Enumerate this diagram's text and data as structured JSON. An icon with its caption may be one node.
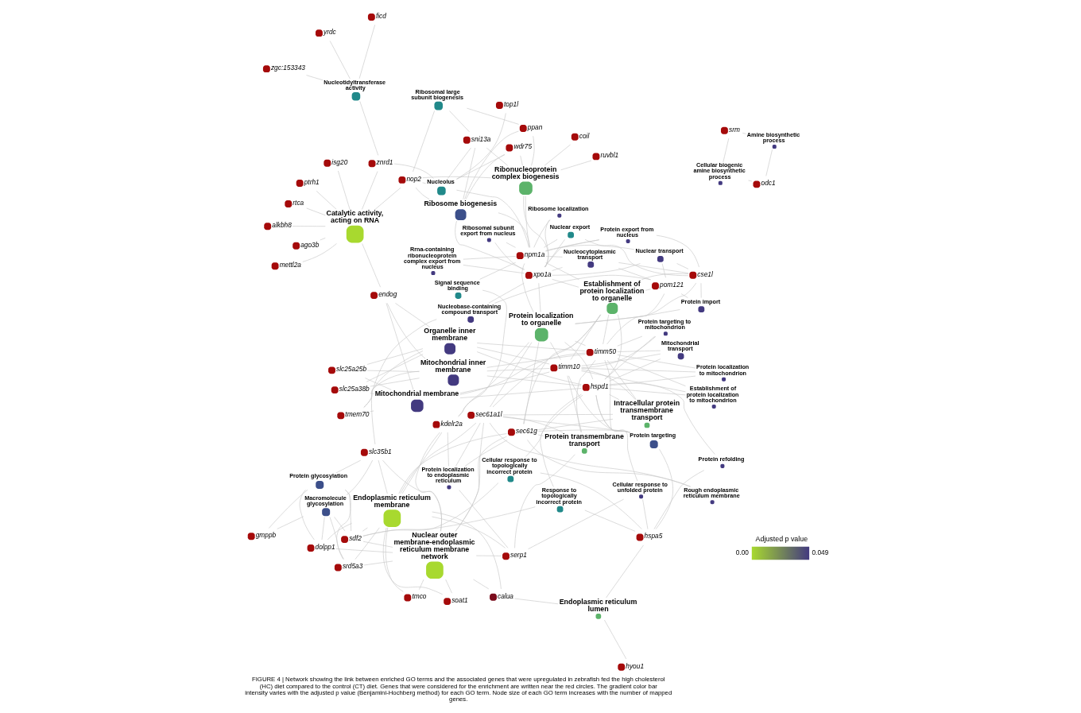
{
  "diagram": {
    "caption": "FIGURE 4 | Network showing the link between enriched GO terms and the associated genes that were upregulated in zebrafish fed the high cholesterol (HC) diet compared to the control (CT) diet. Genes that were considered for the enrichment are written near the red circles. The gradient color bar intensity varies with the adjusted *p* value (Benjamini-Hochberg method) for each GO term. Node size of each GO term increases with the number of mapped genes.",
    "nodes": [
      {
        "text": [
          "Catalytic activity, acting on RNA"
        ]
      },
      {
        "text": [
          "alkbh8"
        ]
      },
      {
        "text": [
          "ago3b"
        ]
      },
      {
        "text": [
          "rtca"
        ]
      },
      {
        "text": [
          "ptrh1"
        ]
      },
      {
        "text": [
          "mettl2a"
        ]
      },
      {
        "text": [
          "isg20"
        ]
      },
      {
        "text": [
          "top1l"
        ]
      },
      {
        "text": [
          "nop2"
        ]
      },
      {
        "text": [
          "znrd1"
        ]
      },
      {
        "text": [
          "Nucleolus"
        ]
      },
      {
        "text": [
          "sni13a"
        ]
      },
      {
        "text": [
          "wdr75"
        ]
      },
      {
        "text": [
          "ppan"
        ]
      },
      {
        "text": [
          "Ribosomal large subunit biogenesis"
        ]
      },
      {
        "text": [
          "Ribosome biogenesis"
        ]
      },
      {
        "text": [
          "Ribonucleoprotein complex biogenesis"
        ]
      },
      {
        "text": [
          "coil"
        ]
      },
      {
        "text": [
          "ruvbl1"
        ]
      },
      {
        "text": [
          "Nucleotidyltransferase activity"
        ]
      },
      {
        "text": [
          "ficd"
        ]
      },
      {
        "text": [
          "yrdc"
        ]
      },
      {
        "text": [
          "zgc:153343"
        ]
      },
      {
        "text": [
          "Ribosomal subunit export from nucleus"
        ]
      },
      {
        "text": [
          "Rrna-containing ribonucleoprotein complex export from nucleus"
        ]
      },
      {
        "text": [
          "Ribosome localization"
        ]
      },
      {
        "text": [
          "Nuclear export"
        ]
      },
      {
        "text": [
          "npm1a"
        ]
      },
      {
        "text": [
          "xpo1a"
        ]
      },
      {
        "text": [
          "Protein export from nucleus"
        ]
      },
      {
        "text": [
          "Nuclear transport"
        ]
      },
      {
        "text": [
          "Nucleocytoplasmic transport"
        ]
      },
      {
        "text": [
          "Signal sequence binding"
        ]
      },
      {
        "text": [
          "Nucleobase-containing compound transport"
        ]
      },
      {
        "text": [
          "Macromolecule glycosylation"
        ]
      },
      {
        "text": [
          "Protein localization to organelle"
        ]
      },
      {
        "text": [
          "cse1l"
        ]
      },
      {
        "text": [
          "pom121"
        ]
      },
      {
        "text": [
          "Establishment of protein localization to organelle"
        ]
      },
      {
        "text": [
          "gmppb"
        ]
      },
      {
        "text": [
          "kdelr2a"
        ]
      },
      {
        "text": [
          "slc35b1"
        ]
      },
      {
        "text": [
          "dolpp1"
        ]
      },
      {
        "text": [
          "Nuclear outer membrane-endoplasmic reticulum membrane network"
        ]
      },
      {
        "text": [
          "Mitochondrial inner membrane"
        ]
      },
      {
        "text": [
          "Protein targeting to mitochondrion"
        ]
      },
      {
        "text": [
          "Amine biosynthetic process"
        ]
      },
      {
        "text": [
          "odc1"
        ]
      },
      {
        "text": [
          "srm"
        ]
      },
      {
        "text": [
          "Cellular biogenic amine biosynthetic process"
        ]
      },
      {
        "text": [
          "endog"
        ]
      },
      {
        "text": [
          "timm50"
        ]
      },
      {
        "text": [
          "Protein import"
        ]
      },
      {
        "text": [
          "Protein localization to mitochondrion"
        ]
      },
      {
        "text": [
          "slc25a38b"
        ]
      },
      {
        "text": [
          "slc25a25b"
        ]
      },
      {
        "text": [
          "tmem70"
        ]
      },
      {
        "text": [
          "hspd1"
        ]
      },
      {
        "text": [
          "Response to topologically incorrect protein"
        ]
      },
      {
        "text": [
          "sdf2"
        ]
      },
      {
        "text": [
          "sec61a1l"
        ]
      },
      {
        "text": [
          "Rough endoplasmic reticulum membrane"
        ]
      },
      {
        "text": [
          "srd5a3"
        ]
      },
      {
        "text": [
          "tmco"
        ]
      },
      {
        "text": [
          "sec61g"
        ]
      },
      {
        "text": [
          "Organelle inner membrane"
        ]
      },
      {
        "text": [
          "Mitochondrial membrane"
        ]
      },
      {
        "text": [
          "timm10"
        ]
      },
      {
        "text": [
          "Mitochondrial transport"
        ]
      },
      {
        "text": [
          "Establishment of protein localization to mitochondrion"
        ]
      },
      {
        "text": [
          "Cellular response to unfolded protein"
        ]
      },
      {
        "text": [
          "Intracellular protein transmembrane transport"
        ]
      },
      {
        "text": [
          "calua"
        ]
      },
      {
        "text": [
          "Protein localization to endoplasmic reticulum"
        ]
      },
      {
        "text": [
          "Protein glycosylation"
        ]
      },
      {
        "text": [
          "soat1"
        ]
      },
      {
        "text": [
          "serp1"
        ]
      },
      {
        "text": [
          "Protein transmembrane transport"
        ]
      },
      {
        "text": [
          "Endoplasmic reticulum membrane"
        ]
      },
      {
        "text": [
          "Protein refolding"
        ]
      },
      {
        "text": [
          "hspa5"
        ]
      },
      {
        "text": [
          "Protein targeting"
        ]
      },
      {
        "text": [
          "Cellular response to topologically incorrect protein"
        ]
      },
      {
        "text": [
          "Endoplasmic reticulum lumen"
        ]
      },
      {
        "text": [
          "hyou1"
        ]
      }
    ],
    "edges": [
      {
        "from": 0,
        "to": 1,
        "arrow": "none"
      },
      {
        "from": 0,
        "to": 2,
        "arrow": "none"
      },
      {
        "from": 0,
        "to": 3,
        "arrow": "none"
      },
      {
        "from": 0,
        "to": 4,
        "arrow": "none"
      },
      {
        "from": 0,
        "to": 5,
        "arrow": "none"
      },
      {
        "from": 0,
        "to": 6,
        "arrow": "none"
      },
      {
        "from": 0,
        "to": 9,
        "arrow": "none"
      },
      {
        "from": 0,
        "to": 8,
        "arrow": "none"
      },
      {
        "from": 0,
        "to": 50,
        "arrow": "none"
      },
      {
        "from": 10,
        "to": 7,
        "arrow": "none"
      },
      {
        "from": 10,
        "to": 8,
        "arrow": "none"
      },
      {
        "from": 10,
        "to": 9,
        "arrow": "none"
      },
      {
        "from": 10,
        "to": 11,
        "arrow": "none"
      },
      {
        "from": 10,
        "to": 12,
        "arrow": "none"
      },
      {
        "from": 10,
        "to": 27,
        "arrow": "none"
      },
      {
        "from": 14,
        "to": 11,
        "arrow": "none"
      },
      {
        "from": 14,
        "to": 13,
        "arrow": "none"
      },
      {
        "from": 14,
        "to": 8,
        "arrow": "none"
      },
      {
        "from": 15,
        "to": 11,
        "arrow": "none"
      },
      {
        "from": 15,
        "to": 12,
        "arrow": "none"
      },
      {
        "from": 15,
        "to": 13,
        "arrow": "none"
      },
      {
        "from": 15,
        "to": 8,
        "arrow": "none"
      },
      {
        "from": 15,
        "to": 27,
        "arrow": "none"
      },
      {
        "from": 15,
        "to": 28,
        "arrow": "none"
      },
      {
        "from": 16,
        "to": 17,
        "arrow": "none"
      },
      {
        "from": 16,
        "to": 18,
        "arrow": "none"
      },
      {
        "from": 16,
        "to": 8,
        "arrow": "none"
      },
      {
        "from": 16,
        "to": 12,
        "arrow": "none"
      },
      {
        "from": 16,
        "to": 13,
        "arrow": "none"
      },
      {
        "from": 16,
        "to": 11,
        "arrow": "none"
      },
      {
        "from": 16,
        "to": 27,
        "arrow": "none"
      },
      {
        "from": 16,
        "to": 28,
        "arrow": "none"
      },
      {
        "from": 19,
        "to": 9,
        "arrow": "none"
      },
      {
        "from": 19,
        "to": 20,
        "arrow": "none"
      },
      {
        "from": 19,
        "to": 21,
        "arrow": "none"
      },
      {
        "from": 19,
        "to": 22,
        "arrow": "none"
      },
      {
        "from": 23,
        "to": 28,
        "arrow": "none"
      },
      {
        "from": 23,
        "to": 27,
        "arrow": "none"
      },
      {
        "from": 24,
        "to": 28,
        "arrow": "none"
      },
      {
        "from": 24,
        "to": 27,
        "arrow": "none"
      },
      {
        "from": 25,
        "to": 27,
        "arrow": "none"
      },
      {
        "from": 25,
        "to": 28,
        "arrow": "none"
      },
      {
        "from": 26,
        "to": 27,
        "arrow": "none"
      },
      {
        "from": 26,
        "to": 28,
        "arrow": "none"
      },
      {
        "from": 26,
        "to": 36,
        "arrow": "none"
      },
      {
        "from": 29,
        "to": 27,
        "arrow": "none"
      },
      {
        "from": 29,
        "to": 28,
        "arrow": "none"
      },
      {
        "from": 29,
        "to": 36,
        "arrow": "none"
      },
      {
        "from": 30,
        "to": 27,
        "arrow": "none"
      },
      {
        "from": 30,
        "to": 28,
        "arrow": "none"
      },
      {
        "from": 30,
        "to": 36,
        "arrow": "none"
      },
      {
        "from": 30,
        "to": 37,
        "arrow": "none"
      },
      {
        "from": 31,
        "to": 27,
        "arrow": "none"
      },
      {
        "from": 31,
        "to": 28,
        "arrow": "none"
      },
      {
        "from": 31,
        "to": 36,
        "arrow": "none"
      },
      {
        "from": 31,
        "to": 37,
        "arrow": "none"
      },
      {
        "from": 32,
        "to": 40,
        "arrow": "none"
      },
      {
        "from": 32,
        "to": 27,
        "arrow": "none"
      },
      {
        "from": 33,
        "to": 28,
        "arrow": "none"
      },
      {
        "from": 33,
        "to": 37,
        "arrow": "none"
      },
      {
        "from": 33,
        "to": 41,
        "arrow": "none"
      },
      {
        "from": 34,
        "to": 39,
        "arrow": "none"
      },
      {
        "from": 34,
        "to": 41,
        "arrow": "none"
      },
      {
        "from": 34,
        "to": 42,
        "arrow": "none"
      },
      {
        "from": 34,
        "to": 62,
        "arrow": "none"
      },
      {
        "from": 34,
        "to": 59,
        "arrow": "none"
      },
      {
        "from": 74,
        "to": 39,
        "arrow": "none"
      },
      {
        "from": 74,
        "to": 41,
        "arrow": "none"
      },
      {
        "from": 74,
        "to": 42,
        "arrow": "none"
      },
      {
        "from": 74,
        "to": 62,
        "arrow": "none"
      },
      {
        "from": 74,
        "to": 59,
        "arrow": "none"
      },
      {
        "from": 35,
        "to": 27,
        "arrow": "none"
      },
      {
        "from": 35,
        "to": 28,
        "arrow": "none"
      },
      {
        "from": 35,
        "to": 36,
        "arrow": "none"
      },
      {
        "from": 35,
        "to": 37,
        "arrow": "none"
      },
      {
        "from": 35,
        "to": 51,
        "arrow": "none"
      },
      {
        "from": 35,
        "to": 57,
        "arrow": "none"
      },
      {
        "from": 35,
        "to": 67,
        "arrow": "none"
      },
      {
        "from": 35,
        "to": 40,
        "arrow": "none"
      },
      {
        "from": 35,
        "to": 60,
        "arrow": "none"
      },
      {
        "from": 35,
        "to": 64,
        "arrow": "none"
      },
      {
        "from": 38,
        "to": 27,
        "arrow": "none"
      },
      {
        "from": 38,
        "to": 28,
        "arrow": "none"
      },
      {
        "from": 38,
        "to": 36,
        "arrow": "none"
      },
      {
        "from": 38,
        "to": 37,
        "arrow": "none"
      },
      {
        "from": 38,
        "to": 51,
        "arrow": "none"
      },
      {
        "from": 38,
        "to": 57,
        "arrow": "none"
      },
      {
        "from": 38,
        "to": 67,
        "arrow": "none"
      },
      {
        "from": 38,
        "to": 60,
        "arrow": "none"
      },
      {
        "from": 38,
        "to": 64,
        "arrow": "none"
      },
      {
        "from": 52,
        "to": 36,
        "arrow": "none"
      },
      {
        "from": 52,
        "to": 51,
        "arrow": "none"
      },
      {
        "from": 52,
        "to": 37,
        "arrow": "none"
      },
      {
        "from": 44,
        "to": 54,
        "arrow": "none"
      },
      {
        "from": 44,
        "to": 55,
        "arrow": "none"
      },
      {
        "from": 44,
        "to": 56,
        "arrow": "none"
      },
      {
        "from": 44,
        "to": 51,
        "arrow": "none"
      },
      {
        "from": 44,
        "to": 67,
        "arrow": "none"
      },
      {
        "from": 44,
        "to": 50,
        "arrow": "none"
      },
      {
        "from": 44,
        "to": 57,
        "arrow": "none"
      },
      {
        "from": 65,
        "to": 54,
        "arrow": "none"
      },
      {
        "from": 65,
        "to": 55,
        "arrow": "none"
      },
      {
        "from": 65,
        "to": 56,
        "arrow": "none"
      },
      {
        "from": 65,
        "to": 51,
        "arrow": "none"
      },
      {
        "from": 65,
        "to": 67,
        "arrow": "none"
      },
      {
        "from": 65,
        "to": 50,
        "arrow": "none"
      },
      {
        "from": 65,
        "to": 57,
        "arrow": "none"
      },
      {
        "from": 66,
        "to": 54,
        "arrow": "none"
      },
      {
        "from": 66,
        "to": 55,
        "arrow": "none"
      },
      {
        "from": 66,
        "to": 56,
        "arrow": "none"
      },
      {
        "from": 66,
        "to": 51,
        "arrow": "none"
      },
      {
        "from": 66,
        "to": 67,
        "arrow": "none"
      },
      {
        "from": 66,
        "to": 50,
        "arrow": "none"
      },
      {
        "from": 66,
        "to": 57,
        "arrow": "none"
      },
      {
        "from": 45,
        "to": 51,
        "arrow": "none"
      },
      {
        "from": 45,
        "to": 67,
        "arrow": "none"
      },
      {
        "from": 45,
        "to": 57,
        "arrow": "none"
      },
      {
        "from": 53,
        "to": 51,
        "arrow": "none"
      },
      {
        "from": 53,
        "to": 67,
        "arrow": "none"
      },
      {
        "from": 53,
        "to": 57,
        "arrow": "none"
      },
      {
        "from": 69,
        "to": 51,
        "arrow": "none"
      },
      {
        "from": 69,
        "to": 67,
        "arrow": "none"
      },
      {
        "from": 69,
        "to": 57,
        "arrow": "none"
      },
      {
        "from": 68,
        "to": 51,
        "arrow": "none"
      },
      {
        "from": 68,
        "to": 67,
        "arrow": "none"
      },
      {
        "from": 68,
        "to": 57,
        "arrow": "none"
      },
      {
        "from": 46,
        "to": 47,
        "arrow": "none"
      },
      {
        "from": 46,
        "to": 48,
        "arrow": "none"
      },
      {
        "from": 49,
        "to": 47,
        "arrow": "none"
      },
      {
        "from": 49,
        "to": 48,
        "arrow": "none"
      },
      {
        "from": 58,
        "to": 57,
        "arrow": "none"
      },
      {
        "from": 58,
        "to": 80,
        "arrow": "none"
      },
      {
        "from": 58,
        "to": 59,
        "arrow": "none"
      },
      {
        "from": 70,
        "to": 57,
        "arrow": "none"
      },
      {
        "from": 70,
        "to": 80,
        "arrow": "none"
      },
      {
        "from": 70,
        "to": 76,
        "arrow": "none"
      },
      {
        "from": 82,
        "to": 57,
        "arrow": "none"
      },
      {
        "from": 82,
        "to": 80,
        "arrow": "none"
      },
      {
        "from": 82,
        "to": 59,
        "arrow": "none"
      },
      {
        "from": 79,
        "to": 57,
        "arrow": "none"
      },
      {
        "from": 79,
        "to": 80,
        "arrow": "none"
      },
      {
        "from": 71,
        "to": 51,
        "arrow": "none"
      },
      {
        "from": 71,
        "to": 67,
        "arrow": "none"
      },
      {
        "from": 71,
        "to": 64,
        "arrow": "none"
      },
      {
        "from": 71,
        "to": 60,
        "arrow": "none"
      },
      {
        "from": 71,
        "to": 57,
        "arrow": "none"
      },
      {
        "from": 77,
        "to": 60,
        "arrow": "none"
      },
      {
        "from": 77,
        "to": 64,
        "arrow": "none"
      },
      {
        "from": 77,
        "to": 76,
        "arrow": "none"
      },
      {
        "from": 77,
        "to": 51,
        "arrow": "none"
      },
      {
        "from": 77,
        "to": 67,
        "arrow": "none"
      },
      {
        "from": 81,
        "to": 64,
        "arrow": "none"
      },
      {
        "from": 81,
        "to": 60,
        "arrow": "none"
      },
      {
        "from": 81,
        "to": 80,
        "arrow": "none"
      },
      {
        "from": 81,
        "to": 57,
        "arrow": "none"
      },
      {
        "from": 81,
        "to": 51,
        "arrow": "none"
      },
      {
        "from": 81,
        "to": 67,
        "arrow": "none"
      },
      {
        "from": 73,
        "to": 60,
        "arrow": "none"
      },
      {
        "from": 73,
        "to": 64,
        "arrow": "none"
      },
      {
        "from": 73,
        "to": 76,
        "arrow": "none"
      },
      {
        "from": 73,
        "to": 40,
        "arrow": "none"
      },
      {
        "from": 61,
        "to": 60,
        "arrow": "none"
      },
      {
        "from": 61,
        "to": 64,
        "arrow": "none"
      },
      {
        "from": 78,
        "to": 40,
        "arrow": "none"
      },
      {
        "from": 78,
        "to": 60,
        "arrow": "none"
      },
      {
        "from": 78,
        "to": 64,
        "arrow": "none"
      },
      {
        "from": 78,
        "to": 76,
        "arrow": "none"
      },
      {
        "from": 78,
        "to": 72,
        "arrow": "none"
      },
      {
        "from": 78,
        "to": 75,
        "arrow": "none"
      },
      {
        "from": 78,
        "to": 62,
        "arrow": "none"
      },
      {
        "from": 78,
        "to": 42,
        "arrow": "none"
      },
      {
        "from": 78,
        "to": 63,
        "arrow": "none"
      },
      {
        "from": 78,
        "to": 41,
        "arrow": "none"
      },
      {
        "from": 78,
        "to": 59,
        "arrow": "none"
      },
      {
        "from": 43,
        "to": 40,
        "arrow": "none"
      },
      {
        "from": 43,
        "to": 60,
        "arrow": "none"
      },
      {
        "from": 43,
        "to": 64,
        "arrow": "none"
      },
      {
        "from": 43,
        "to": 76,
        "arrow": "none"
      },
      {
        "from": 43,
        "to": 72,
        "arrow": "none"
      },
      {
        "from": 43,
        "to": 75,
        "arrow": "none"
      },
      {
        "from": 43,
        "to": 62,
        "arrow": "none"
      },
      {
        "from": 43,
        "to": 42,
        "arrow": "none"
      },
      {
        "from": 43,
        "to": 63,
        "arrow": "none"
      },
      {
        "from": 43,
        "to": 41,
        "arrow": "none"
      },
      {
        "from": 43,
        "to": 59,
        "arrow": "none"
      },
      {
        "from": 83,
        "to": 80,
        "arrow": "none"
      },
      {
        "from": 83,
        "to": 84,
        "arrow": "none"
      },
      {
        "from": 83,
        "to": 72,
        "arrow": "none"
      }
    ],
    "labels": [
      "Adjusted p value"
    ],
    "legend": [
      {
        "text": "0.00",
        "color": "#a8d92f"
      },
      {
        "text": "0.049",
        "color": "#433a80"
      }
    ]
  }
}
